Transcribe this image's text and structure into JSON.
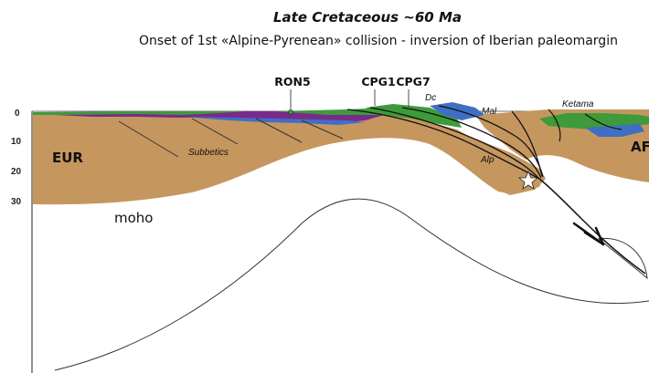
{
  "title": "Late Cretaceous ~60 Ma",
  "subtitle": "Onset of 1st «Alpine-Pyrenean» collision - inversion  of Iberian paleomargin",
  "wells": [
    "RON5",
    "CPG1",
    "CPG7"
  ],
  "depth_ticks": [
    "0",
    "10",
    "20",
    "30"
  ],
  "plates": {
    "left": "EUR",
    "right": "AF"
  },
  "unit_labels": {
    "subbetics": "Subbetics",
    "dc": "Dc",
    "mal": "Mal",
    "alp": "Alp",
    "ketama": "Ketama"
  },
  "moho_label": "moho",
  "colors": {
    "crust": "#c6965f",
    "green": "#3e9a3a",
    "purple": "#7a2a8c",
    "blue": "#3f6fc4",
    "line": "#111111"
  }
}
